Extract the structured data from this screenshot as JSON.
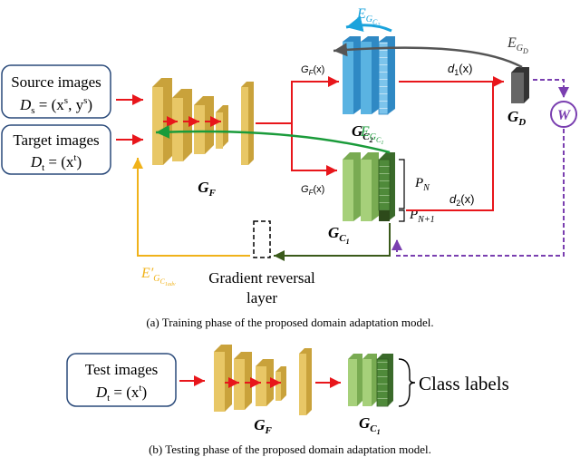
{
  "panel_a": {
    "source_box": {
      "line1": "Source images",
      "line2": "D",
      "line2_sub": "s",
      "line2_rest": " = (x",
      "sup1": "s",
      "mid": ", y",
      "sup2": "s",
      "end": ")"
    },
    "target_box": {
      "line1": "Target images",
      "line2": "D",
      "line2_sub": "t",
      "line2_rest": " = (x",
      "sup1": "t",
      "end": ")"
    },
    "gf_label": "G",
    "gf_sub": "F",
    "gf_x_top": "G",
    "gf_x_top_sub": "F",
    "gf_x_top_rest": "(x)",
    "gf_x_bot": "G",
    "gf_x_bot_sub": "F",
    "gf_x_bot_rest": "(x)",
    "gc2_label": "G",
    "gc2_sub": "C",
    "gc2_subsub": "2",
    "gc1_label": "G",
    "gc1_sub": "C",
    "gc1_subsub": "1",
    "gd_label": "G",
    "gd_sub": "D",
    "d1": "d",
    "d1_sub": "1",
    "d1_rest": "(x)",
    "d2": "d",
    "d2_sub": "2",
    "d2_rest": "(x)",
    "egc2": "E",
    "egc2_sub": "G",
    "egc2_subsub": "C",
    "egc2_subsubsub": "2",
    "egd": "E",
    "egd_sub": "G",
    "egd_subsub": "D",
    "egc1": "E",
    "egc1_sub": "G",
    "egc1_subsub": "C",
    "egc1_subsubsub": "1",
    "pn": "P",
    "pn_sub": "N",
    "pn1": "P",
    "pn1_sub": "N+1",
    "w": "W",
    "egrev": "E′",
    "egrev_sub": "G",
    "egrev_subsub": "C",
    "egrev_subsubsub": "1adv",
    "grl_line1": "Gradient reversal",
    "grl_line2": "layer",
    "caption": "(a) Training phase of the proposed domain adaptation model."
  },
  "panel_b": {
    "test_box": {
      "line1": "Test images",
      "line2": "D",
      "line2_sub": "t",
      "line2_rest": " = (x",
      "sup1": "t",
      "end": ")"
    },
    "gf_label": "G",
    "gf_sub": "F",
    "gc1_label": "G",
    "gc1_sub": "C",
    "gc1_subsub": "1",
    "class_labels": "Class labels",
    "caption": "(b) Testing phase of the proposed domain adaptation model."
  },
  "colors": {
    "red": "#e8161b",
    "green": "#1a9b3a",
    "cyan": "#1aa3dc",
    "gray": "#555555",
    "purple": "#7a3fb0",
    "orange": "#f0b21a",
    "darkgreen": "#3a5a1a",
    "box_border": "#2a4a7a",
    "feat_yellow": "#e8c766",
    "feat_yellow_dark": "#c9a23b",
    "gc1_green": "#a6d07a",
    "gc2_blue": "#5ab3e2"
  }
}
